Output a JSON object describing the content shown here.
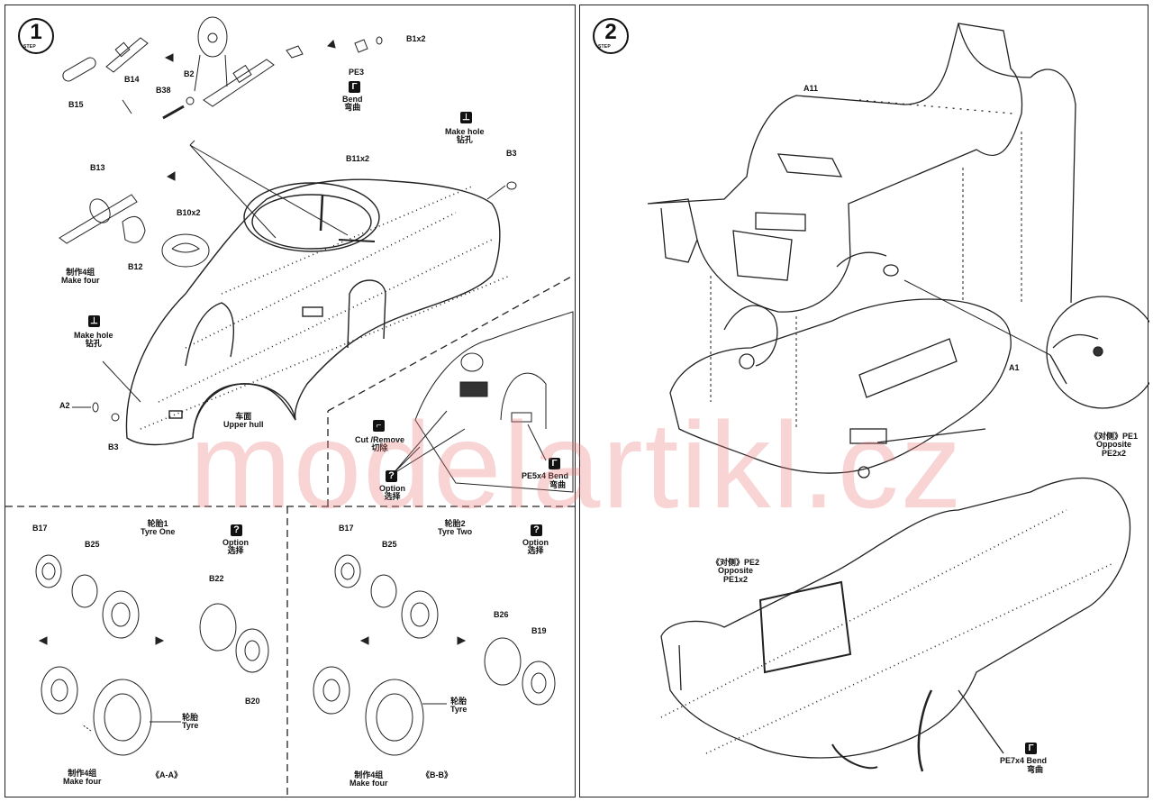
{
  "watermark": "modelartikl.cz",
  "step1": {
    "number": "1",
    "tag": "STEP",
    "labels": {
      "b15": "B15",
      "b14": "B14",
      "b2": "B2",
      "b38": "B38",
      "b1x2": "B1x2",
      "pe3": "PE3",
      "b13": "B13",
      "b11x2": "B11x2",
      "b10x2": "B10x2",
      "b12": "B12",
      "b3_top": "B3",
      "a2": "A2",
      "b3_bottom": "B3",
      "pe5x4": "PE5x4"
    },
    "bend_en": "Bend",
    "bend_zh": "弯曲",
    "make_hole_en": "Make hole",
    "make_hole_zh": "钻孔",
    "make_four_zh": "制作4组",
    "make_four_en": "Make four",
    "upper_hull_zh": "车面",
    "upper_hull_en": "Upper hull",
    "cut_en": "Cut /Remove",
    "cut_zh": "切除",
    "option_en": "Option",
    "option_zh": "选择",
    "pe5_bend_en": "Bend",
    "pe5_bend_zh": "弯曲"
  },
  "tyre_one": {
    "title_zh": "轮胎1",
    "title_en": "Tyre One",
    "option_en": "Option",
    "option_zh": "选择",
    "labels": {
      "b17": "B17",
      "b25": "B25",
      "b22": "B22",
      "b20": "B20"
    },
    "tyre_zh": "轮胎",
    "tyre_en": "Tyre",
    "make_four_zh": "制作4组",
    "make_four_en": "Make four",
    "section": "《A-A》"
  },
  "tyre_two": {
    "title_zh": "轮胎2",
    "title_en": "Tyre Two",
    "option_en": "Option",
    "option_zh": "选择",
    "labels": {
      "b17": "B17",
      "b25": "B25",
      "b26": "B26",
      "b19": "B19"
    },
    "tyre_zh": "轮胎",
    "tyre_en": "Tyre",
    "make_four_zh": "制作4组",
    "make_four_en": "Make four",
    "section": "《B-B》"
  },
  "step2": {
    "number": "2",
    "tag": "STEP",
    "labels": {
      "a11": "A11",
      "a1": "A1"
    },
    "pe1_zh": "《对侧》PE1",
    "pe1_en": "Opposite",
    "pe1_qty": "PE2x2",
    "pe2_zh": "《对侧》PE2",
    "pe2_en": "Opposite",
    "pe2_qty": "PE1x2",
    "pe7x4": "PE7x4",
    "bend_en": "Bend",
    "bend_zh": "弯曲"
  }
}
